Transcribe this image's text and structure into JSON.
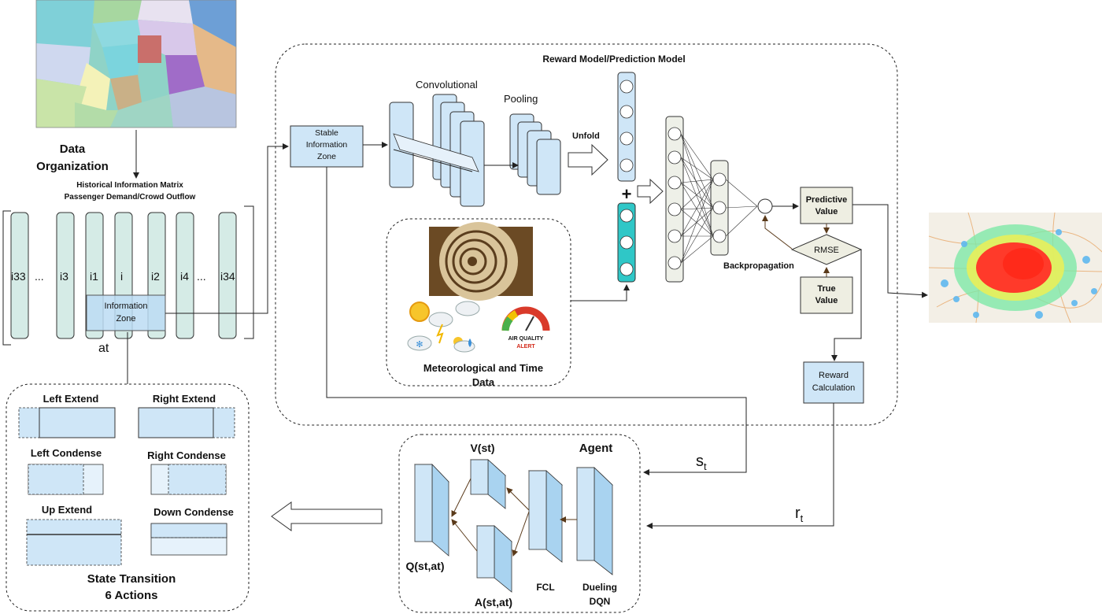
{
  "title": "Reward Model/Prediction Model",
  "data_organization": "Data\nOrganization",
  "matrix_title": "Historical Information Matrix",
  "matrix_subtitle": "Passenger Demand/Crowd Outflow",
  "columns": [
    "i33",
    "...",
    "i3",
    "i1",
    "i",
    "i2",
    "i4",
    "...",
    "i34"
  ],
  "info_zone": "Information\nZone",
  "action_label": "at",
  "stable_zone": "Stable\nInformation\nZone",
  "cnn": {
    "convolutional": "Convolutional",
    "pooling": "Pooling",
    "unfold": "Unfold",
    "backprop": "Backpropagation"
  },
  "meteo_label": "Meteorological and Time\nData",
  "air_quality": "AIR QUALITY\nALERT",
  "predictive_value": "Predictive\nValue",
  "rmse": "RMSE",
  "true_value": "True\nValue",
  "reward_calc": "Reward\nCalculation",
  "state_label": "s",
  "state_sub": "t",
  "reward_label": "r",
  "reward_sub": "t",
  "agent": {
    "title": "Agent",
    "v_label": "V(st)",
    "q_label": "Q(st,at)",
    "a_label": "A(st,at)",
    "fcl": "FCL",
    "dueling": "Dueling\nDQN"
  },
  "actions": {
    "left_extend": "Left Extend",
    "right_extend": "Right Extend",
    "left_condense": "Left Condense",
    "right_condense": "Right Condense",
    "up_extend": "Up Extend",
    "down_condense": "Down Condense",
    "footer": "State Transition\n6 Actions"
  }
}
